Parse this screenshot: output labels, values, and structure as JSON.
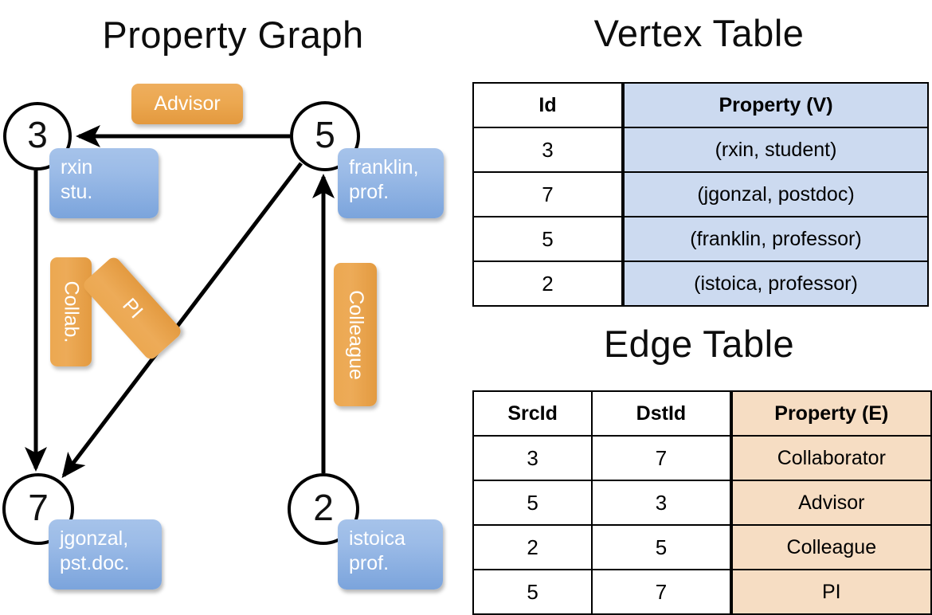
{
  "titles": {
    "property_graph": "Property Graph",
    "vertex_table": "Vertex Table",
    "edge_table": "Edge Table"
  },
  "graph": {
    "nodes": [
      {
        "id": "3",
        "property": "rxin\nstu.",
        "line1": "rxin",
        "line2": "stu."
      },
      {
        "id": "5",
        "property": "franklin,\nprof.",
        "line1": "franklin,",
        "line2": "prof."
      },
      {
        "id": "7",
        "property": "jgonzal,\npst.doc.",
        "line1": "jgonzal,",
        "line2": "pst.doc."
      },
      {
        "id": "2",
        "property": "istoica\nprof.",
        "line1": "istoica",
        "line2": "prof."
      }
    ],
    "edge_labels": {
      "advisor": "Advisor",
      "collab": "Collab.",
      "pi": "PI",
      "colleague": "Colleague"
    },
    "edges": [
      {
        "src": "5",
        "dst": "3",
        "label": "Advisor"
      },
      {
        "src": "3",
        "dst": "7",
        "label": "Collab."
      },
      {
        "src": "5",
        "dst": "7",
        "label": "PI"
      },
      {
        "src": "2",
        "dst": "5",
        "label": "Colleague"
      }
    ]
  },
  "vertex_table": {
    "headers": [
      "Id",
      "Property (V)"
    ],
    "rows": [
      {
        "id": "3",
        "property": "(rxin, student)"
      },
      {
        "id": "7",
        "property": "(jgonzal, postdoc)"
      },
      {
        "id": "5",
        "property": "(franklin, professor)"
      },
      {
        "id": "2",
        "property": "(istoica, professor)"
      }
    ]
  },
  "edge_table": {
    "headers": [
      "SrcId",
      "DstId",
      "Property (E)"
    ],
    "rows": [
      {
        "src": "3",
        "dst": "7",
        "property": "Collaborator"
      },
      {
        "src": "5",
        "dst": "3",
        "property": "Advisor"
      },
      {
        "src": "2",
        "dst": "5",
        "property": "Colleague"
      },
      {
        "src": "5",
        "dst": "7",
        "property": "PI"
      }
    ]
  },
  "colors": {
    "vertex_property_fill": "#ccdaf0",
    "edge_property_fill": "#f6ddc3",
    "node_box_blue": "#8fb2e3",
    "edge_label_orange": "#eca851",
    "stroke": "#000000",
    "background": "#ffffff"
  }
}
